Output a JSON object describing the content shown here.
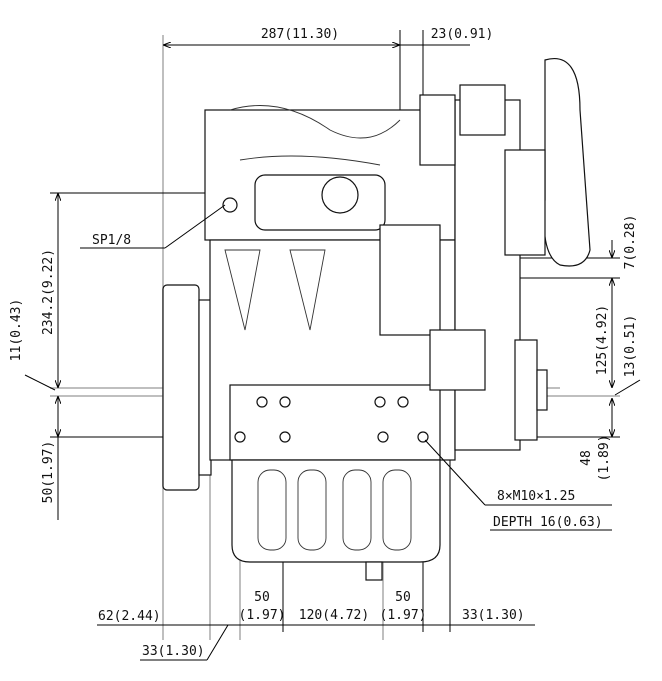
{
  "drawing": {
    "dimensions": {
      "overall_width": "287(11.30)",
      "right_offset_top": "23(0.91)",
      "sp_port": "SP1/8",
      "left_height": "234.2(9.22)",
      "left_offset": "11(0.43)",
      "left_lower": "50(1.97)",
      "right_top": "7(0.28)",
      "right_middle": "125(4.92)",
      "right_offset": "13(0.51)",
      "right_lower_value": "48",
      "right_lower_inch": "(1.89)",
      "bolt_spec": "8×M10×1.25",
      "bolt_depth": "DEPTH  16(0.63)",
      "bottom_left": "62(2.44)",
      "bottom_left_sub": "33(1.30)",
      "bottom_hole1_value": "50",
      "bottom_hole1_inch": "(1.97)",
      "bottom_center": "120(4.72)",
      "bottom_hole2_value": "50",
      "bottom_hole2_inch": "(1.97)",
      "bottom_right": "33(1.30)"
    }
  }
}
